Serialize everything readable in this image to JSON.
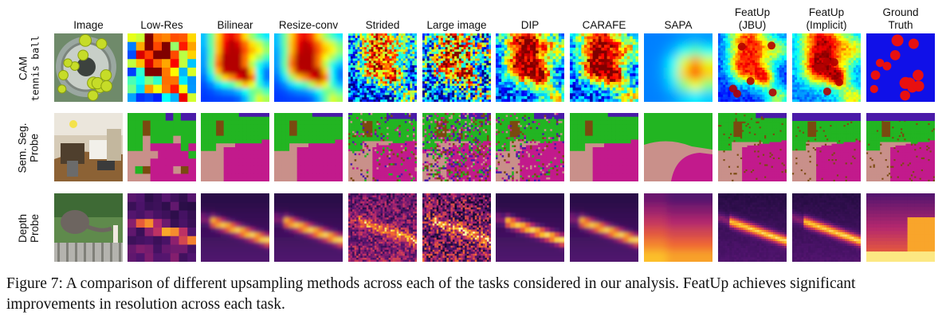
{
  "columns": [
    {
      "line1": "Image",
      "line2": ""
    },
    {
      "line1": "Low-Res",
      "line2": ""
    },
    {
      "line1": "Bilinear",
      "line2": ""
    },
    {
      "line1": "Resize-conv",
      "line2": ""
    },
    {
      "line1": "Strided",
      "line2": ""
    },
    {
      "line1": "Large image",
      "line2": ""
    },
    {
      "line1": "DIP",
      "line2": ""
    },
    {
      "line1": "CARAFE",
      "line2": ""
    },
    {
      "line1": "SAPA",
      "line2": ""
    },
    {
      "line1": "FeatUp",
      "line2": "(JBU)"
    },
    {
      "line1": "FeatUp",
      "line2": "(Implicit)"
    },
    {
      "line1": "Ground",
      "line2": "Truth"
    }
  ],
  "rows": [
    {
      "label": [
        "CAM"
      ],
      "sublabel": "tennis ball",
      "kind": "cam"
    },
    {
      "label": [
        "Sem. Seg.",
        "Probe"
      ],
      "sublabel": "",
      "kind": "seg"
    },
    {
      "label": [
        "Depth",
        "Probe"
      ],
      "sublabel": "",
      "kind": "depth"
    }
  ],
  "colors": {
    "seg_green": "#22b522",
    "seg_pink": "#c9908a",
    "seg_magenta": "#c21a8c",
    "seg_purple": "#4a1aa8",
    "seg_brown": "#7a4a10",
    "cam_blue": "#1010e8",
    "cam_red": "#e81010"
  },
  "caption": {
    "label": "Figure 7:",
    "text": "A comparison of different upsampling methods across each of the tasks considered in our analysis. FeatUp achieves significant improvements in resolution across each task."
  }
}
